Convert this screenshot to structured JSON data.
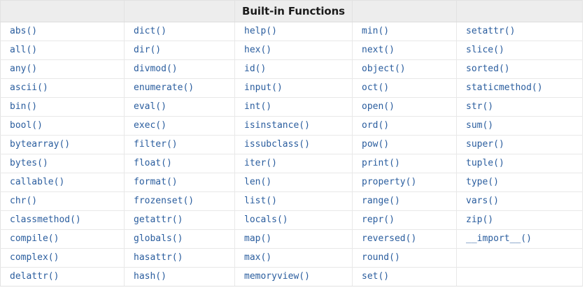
{
  "table": {
    "title": "Built-in Functions",
    "title_column_index": 2,
    "header_cells": [
      "",
      "",
      "Built-in Functions",
      "",
      ""
    ],
    "column_count": 5,
    "row_count": 14,
    "accent_text_color": "#2a5d9e",
    "header_background_color": "#ededed",
    "header_text_color": "#1c1c1c",
    "grid_line_color": "#e8e8e8",
    "rows": [
      [
        "abs()",
        "dict()",
        "help()",
        "min()",
        "setattr()"
      ],
      [
        "all()",
        "dir()",
        "hex()",
        "next()",
        "slice()"
      ],
      [
        "any()",
        "divmod()",
        "id()",
        "object()",
        "sorted()"
      ],
      [
        "ascii()",
        "enumerate()",
        "input()",
        "oct()",
        "staticmethod()"
      ],
      [
        "bin()",
        "eval()",
        "int()",
        "open()",
        "str()"
      ],
      [
        "bool()",
        "exec()",
        "isinstance()",
        "ord()",
        "sum()"
      ],
      [
        "bytearray()",
        "filter()",
        "issubclass()",
        "pow()",
        "super()"
      ],
      [
        "bytes()",
        "float()",
        "iter()",
        "print()",
        "tuple()"
      ],
      [
        "callable()",
        "format()",
        "len()",
        "property()",
        "type()"
      ],
      [
        "chr()",
        "frozenset()",
        "list()",
        "range()",
        "vars()"
      ],
      [
        "classmethod()",
        "getattr()",
        "locals()",
        "repr()",
        "zip()"
      ],
      [
        "compile()",
        "globals()",
        "map()",
        "reversed()",
        "__import__()"
      ],
      [
        "complex()",
        "hasattr()",
        "max()",
        "round()",
        ""
      ],
      [
        "delattr()",
        "hash()",
        "memoryview()",
        "set()",
        ""
      ]
    ]
  }
}
